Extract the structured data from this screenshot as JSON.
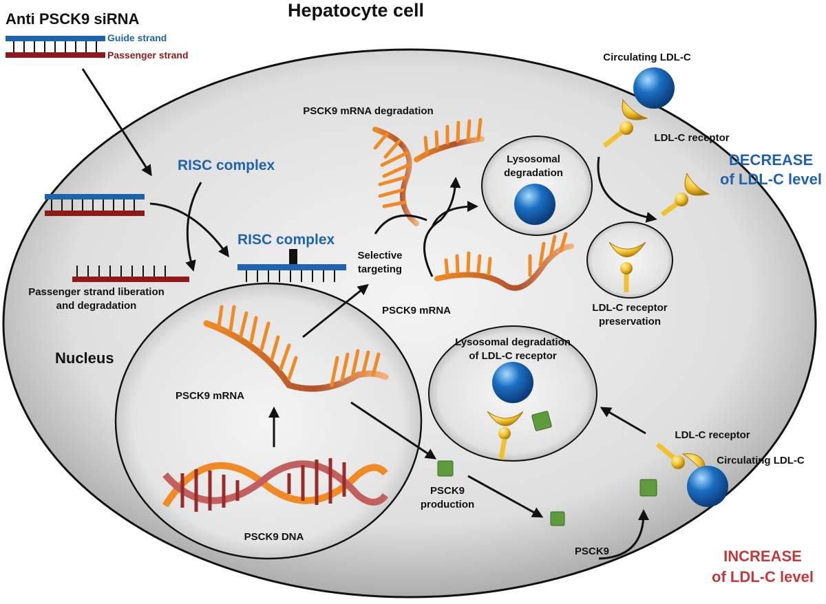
{
  "title": "Hepatocyte cell",
  "sirna": {
    "label": "Anti PSCK9 siRNA",
    "guide_strand": "Guide strand",
    "passenger_strand": "Passenger strand"
  },
  "risc_complex_1": "RISC complex",
  "risc_complex_2": "RISC complex",
  "passenger_liberation": [
    "Passenger strand liberation",
    "and degradation"
  ],
  "selective_targeting": [
    "Selective",
    "targeting"
  ],
  "mrna_degradation": "PSCK9 mRNA degradation",
  "mrna_cytoplasm": "PSCK9 mRNA",
  "nucleus": {
    "label": "Nucleus",
    "mrna": "PSCK9 mRNA",
    "dna": "PSCK9 DNA"
  },
  "lysosomal_degradation": [
    "Lysosomal",
    "degradation"
  ],
  "receptor_preservation": [
    "LDL-C receptor",
    "preservation"
  ],
  "lysosomal_receptor_degradation": [
    "Lysosomal degradation",
    "of LDL-C receptor"
  ],
  "psck9_production": [
    "PSCK9",
    "production"
  ],
  "psck9": "PSCK9",
  "top_right": {
    "circulating": "Circulating LDL-C",
    "receptor": "LDL-C receptor"
  },
  "bottom_right": {
    "receptor": "LDL-C receptor",
    "circulating": "Circulating LDL-C"
  },
  "decrease": [
    "DECREASE",
    "of LDL-C level"
  ],
  "increase": [
    "INCREASE",
    "of LDL-C level"
  ],
  "colors": {
    "guide": "#1f63ad",
    "passenger": "#8c1a1a",
    "mrna": "#f08a24",
    "cell": "#cfcfcf",
    "ldl": "#1b6fc2",
    "receptor": "#f2c12e",
    "psck9": "#5f9a3c",
    "decrease": "#1f63ad",
    "increase": "#c0393b"
  }
}
